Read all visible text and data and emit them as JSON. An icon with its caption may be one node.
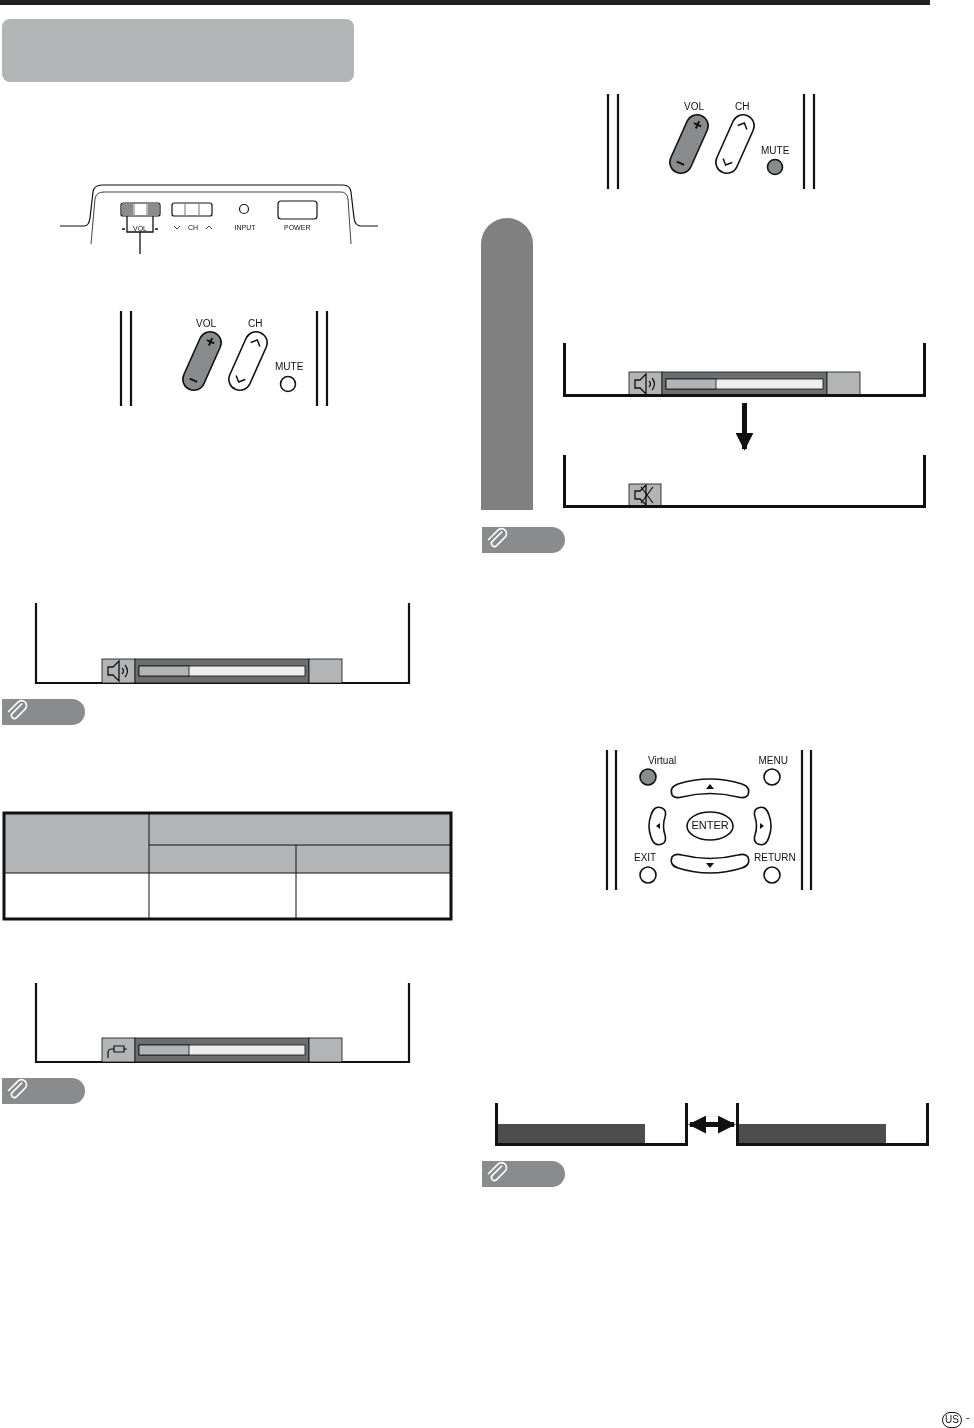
{
  "diagram": {
    "nodes": [
      {
        "text": [],
        "shape": "box"
      },
      {
        "text": [],
        "shape": "bar"
      },
      {
        "text": [],
        "shape": "box"
      },
      {
        "text": [],
        "shape": "box"
      },
      {
        "text": [],
        "shape": "box"
      },
      {
        "text": [],
        "shape": "bar",
        "in": 4
      },
      {
        "text": [],
        "shape": "box"
      },
      {
        "text": [],
        "shape": "bar",
        "in": 6
      }
    ],
    "edges": [
      {
        "from": 2,
        "to": 3,
        "arrow": "to"
      },
      {
        "from": 4,
        "to": 6,
        "arrow": "both"
      }
    ],
    "labels": [
      "VOL",
      "CH",
      "INPUT",
      "POWER",
      "VOL",
      "CH",
      "MUTE",
      "VOL",
      "CH",
      "MUTE",
      "Virtual",
      "MENU",
      "ENTER",
      "EXIT",
      "RETURN",
      "US",
      "-"
    ]
  }
}
